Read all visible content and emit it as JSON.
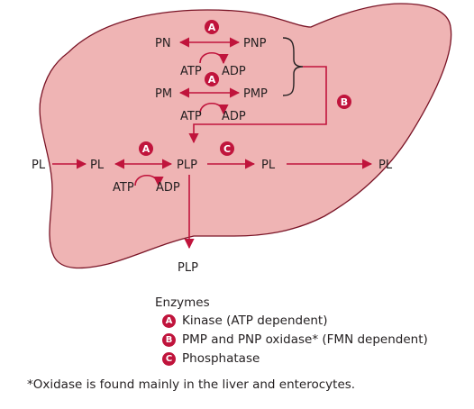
{
  "diagram": {
    "labels": {
      "pn": "PN",
      "pnp": "PNP",
      "atp1": "ATP",
      "adp1": "ADP",
      "pm": "PM",
      "pmp": "PMP",
      "atp2": "ATP",
      "adp2": "ADP",
      "pl_outside_left": "PL",
      "pl_inside": "PL",
      "plp": "PLP",
      "pl_after": "PL",
      "pl_outside_right": "PL",
      "atp3": "ATP",
      "adp3": "ADP",
      "plp_bottom": "PLP"
    },
    "badges": {
      "a1": "A",
      "a2": "A",
      "a3": "A",
      "b": "B",
      "c": "C"
    }
  },
  "legend": {
    "title": "Enzymes",
    "items": [
      {
        "badge": "A",
        "text": "Kinase (ATP dependent)"
      },
      {
        "badge": "B",
        "text": "PMP and PNP oxidase* (FMN dependent)"
      },
      {
        "badge": "C",
        "text": "Phosphatase"
      }
    ]
  },
  "footnote": "*Oxidase is found mainly in the liver and enterocytes.",
  "colors": {
    "liver_fill": "#efb4b4",
    "liver_stroke": "#7a1426",
    "arrow": "#c0143c",
    "badge": "#c0143c",
    "text": "#231f20"
  }
}
